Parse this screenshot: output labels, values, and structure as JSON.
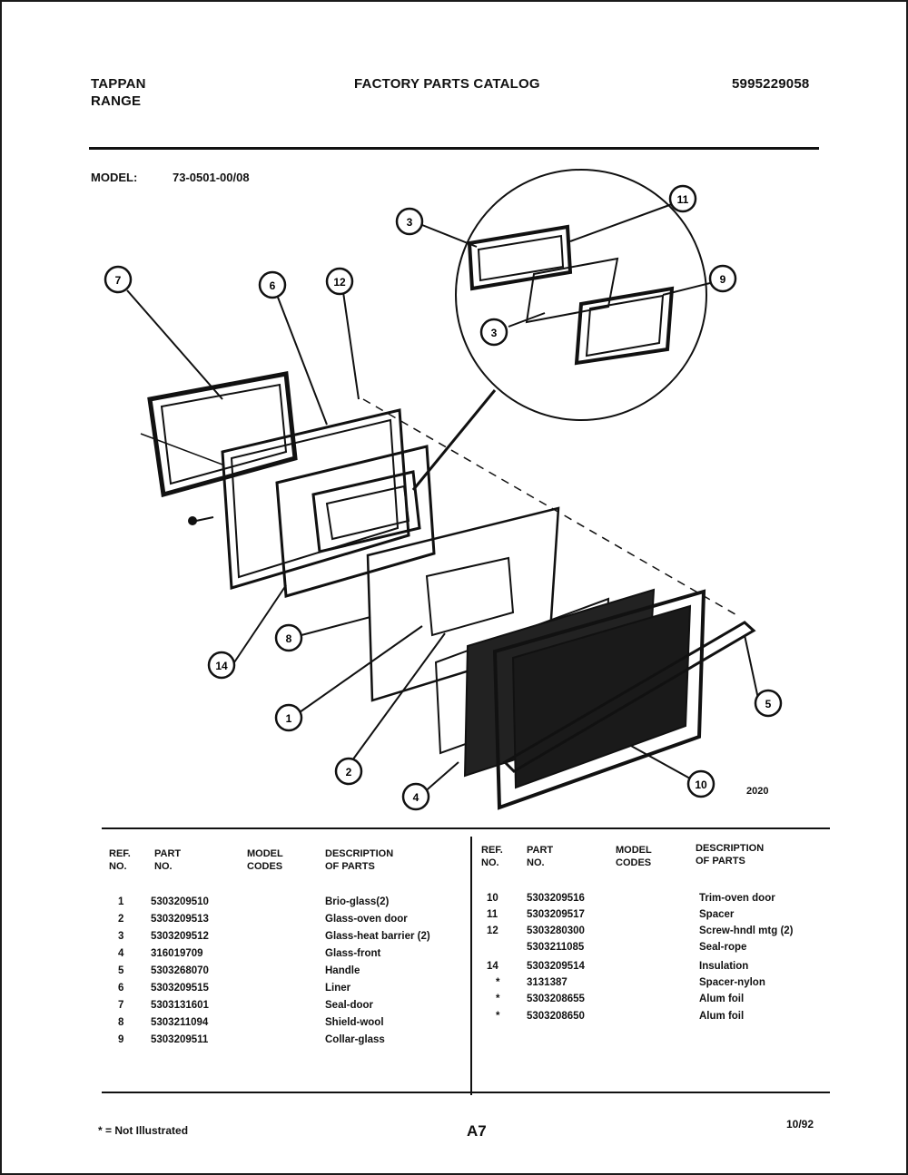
{
  "header": {
    "brand_line1": "TAPPAN",
    "brand_line2": "RANGE",
    "title": "FACTORY PARTS CATALOG",
    "catalog_number": "5995229058"
  },
  "model": {
    "label": "MODEL:",
    "value": "73-0501-00/08"
  },
  "diagram": {
    "figure_number": "2020",
    "callouts": [
      "7",
      "6",
      "12",
      "3",
      "11",
      "9",
      "3",
      "8",
      "14",
      "1",
      "2",
      "4",
      "10",
      "5"
    ]
  },
  "table": {
    "headers": {
      "ref": [
        "REF.",
        "NO."
      ],
      "part": [
        "PART",
        "NO."
      ],
      "codes": [
        "MODEL",
        "CODES"
      ],
      "desc": [
        "DESCRIPTION",
        "OF PARTS"
      ]
    },
    "left_rows": [
      {
        "ref": "1",
        "part": "5303209510",
        "desc": "Brio-glass(2)"
      },
      {
        "ref": "2",
        "part": "5303209513",
        "desc": "Glass-oven door"
      },
      {
        "ref": "3",
        "part": "5303209512",
        "desc": "Glass-heat barrier (2)"
      },
      {
        "ref": "4",
        "part": "316019709",
        "desc": "Glass-front"
      },
      {
        "ref": "5",
        "part": "5303268070",
        "desc": "Handle"
      },
      {
        "ref": "6",
        "part": "5303209515",
        "desc": "Liner"
      },
      {
        "ref": "7",
        "part": "5303131601",
        "desc": "Seal-door"
      },
      {
        "ref": "8",
        "part": "5303211094",
        "desc": "Shield-wool"
      },
      {
        "ref": "9",
        "part": "5303209511",
        "desc": "Collar-glass"
      }
    ],
    "right_rows": [
      {
        "ref": "10",
        "part": "5303209516",
        "desc": "Trim-oven door"
      },
      {
        "ref": "11",
        "part": "5303209517",
        "desc": "Spacer"
      },
      {
        "ref": "12",
        "part": "5303280300",
        "desc": "Screw-hndl mtg (2)"
      },
      {
        "ref": "",
        "part": "5303211085",
        "desc": "Seal-rope"
      },
      {
        "ref": "14",
        "part": "5303209514",
        "desc": "Insulation"
      },
      {
        "ref": "*",
        "part": "3131387",
        "desc": "Spacer-nylon"
      },
      {
        "ref": "*",
        "part": "5303208655",
        "desc": "Alum foil"
      },
      {
        "ref": "*",
        "part": "5303208650",
        "desc": "Alum foil"
      }
    ]
  },
  "footer": {
    "note": "* = Not Illustrated",
    "page": "A7",
    "date": "10/92"
  }
}
